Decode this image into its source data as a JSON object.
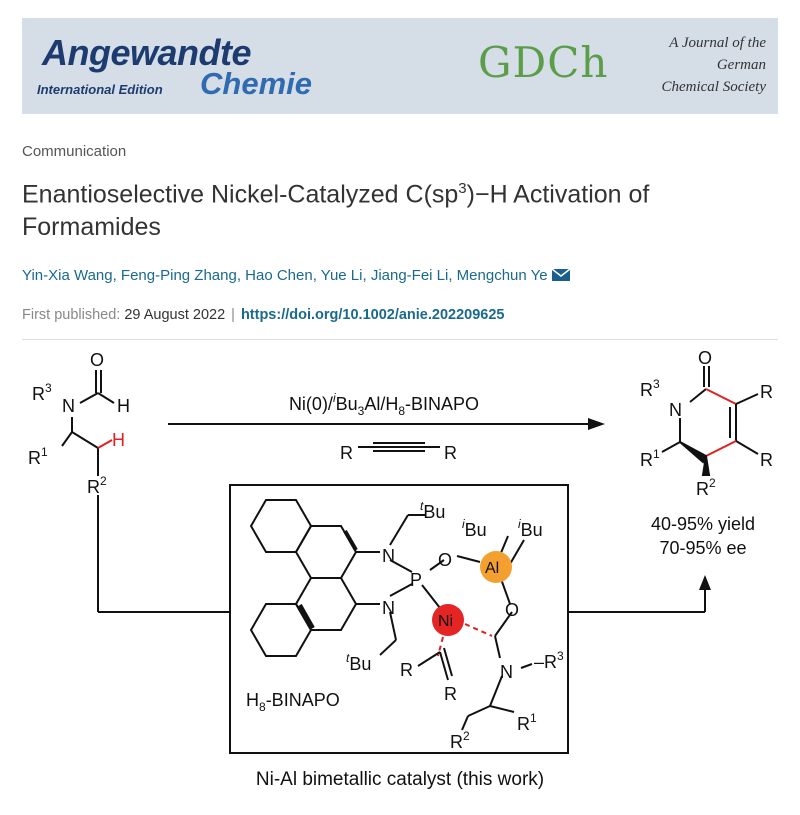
{
  "header": {
    "logo_word1": "Angewandte",
    "logo_edition": "International Edition",
    "logo_word2": "Chemie",
    "society_logo": "GDCh",
    "journal_line1": "A Journal of the",
    "journal_line2": "German",
    "journal_line3": "Chemical Society"
  },
  "article": {
    "type": "Communication",
    "title_part1": "Enantioselective Nickel-Catalyzed C(sp",
    "title_sup": "3",
    "title_part2": ")−H Activation of Formamides",
    "authors": "Yin-Xia Wang, Feng-Ping Zhang, Hao Chen, Yue Li, Jiang-Fei Li, Mengchun Ye",
    "published_label": "First published:",
    "published_date": "29 August 2022",
    "doi": "https://doi.org/10.1002/anie.202209625"
  },
  "scheme": {
    "reagents_top": "Ni(0)/iBu3Al/H8-BINAPO",
    "alkyne_label": "R",
    "yield": "40-95% yield",
    "ee": "70-95% ee",
    "ligand_name": "H8-BINAPO",
    "caption": "Ni-Al bimetallic catalyst (this work)",
    "colors": {
      "highlight": "#e02020",
      "nickel": "#e52424",
      "aluminum": "#f4a030"
    }
  },
  "icons": [
    "mail-icon"
  ]
}
